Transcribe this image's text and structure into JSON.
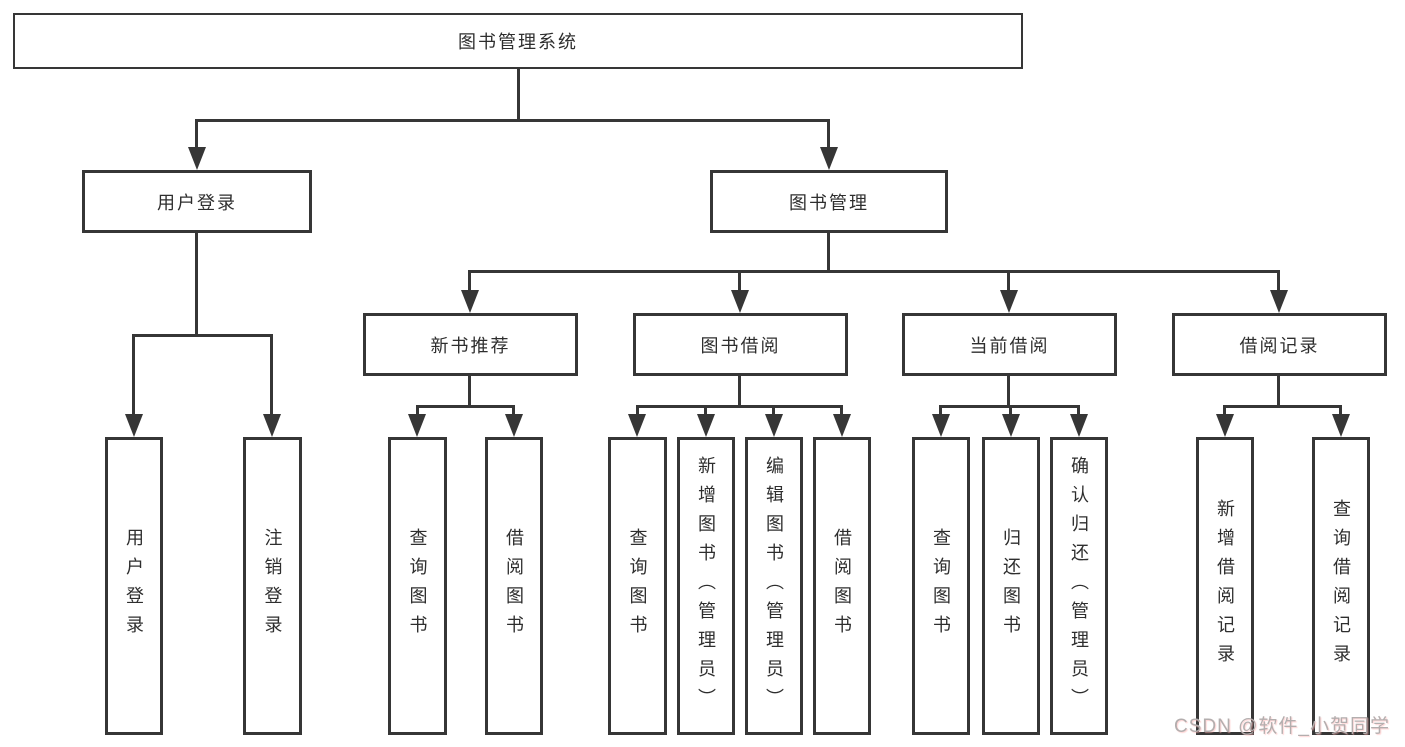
{
  "watermark": {
    "text": "CSDN @软件_小贺同学"
  },
  "colors": {
    "line": "#363636",
    "text": "#2e2e2e",
    "watermark": "#b3aeae",
    "background": "#ffffff"
  },
  "tree": {
    "root": {
      "label": "图书管理系统"
    },
    "branches": [
      {
        "label": "用户登录",
        "children": [
          {
            "label": "用户登录"
          },
          {
            "label": "注销登录"
          }
        ]
      },
      {
        "label": "图书管理",
        "groups": [
          {
            "label": "新书推荐",
            "children": [
              {
                "label": "查询图书"
              },
              {
                "label": "借阅图书"
              }
            ]
          },
          {
            "label": "图书借阅",
            "children": [
              {
                "label": "查询图书"
              },
              {
                "label": "新增图书（管理员）"
              },
              {
                "label": "编辑图书（管理员）"
              },
              {
                "label": "借阅图书"
              }
            ]
          },
          {
            "label": "当前借阅",
            "children": [
              {
                "label": "查询图书"
              },
              {
                "label": "归还图书"
              },
              {
                "label": "确认归还（管理员）"
              }
            ]
          },
          {
            "label": "借阅记录",
            "children": [
              {
                "label": "新增借阅记录"
              },
              {
                "label": "查询借阅记录"
              }
            ]
          }
        ]
      }
    ]
  }
}
